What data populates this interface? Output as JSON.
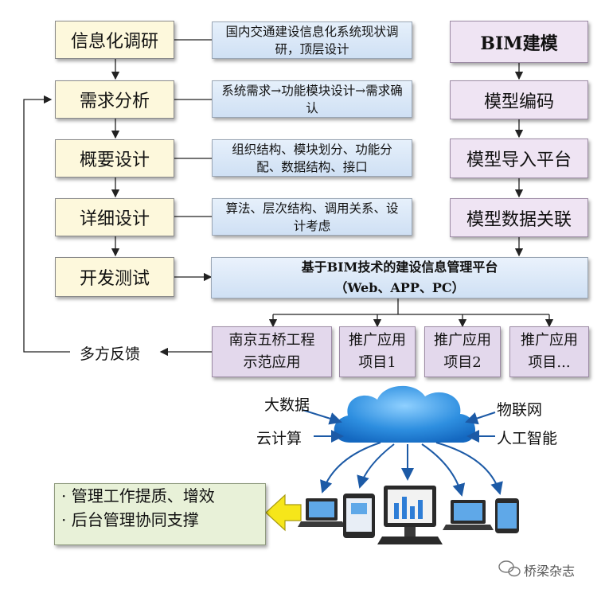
{
  "left_chain": [
    "信息化调研",
    "需求分析",
    "概要设计",
    "详细设计",
    "开发测试"
  ],
  "details": [
    "国内交通建设信息化系统现状调研，顶层设计",
    "系统需求→功能模块设计→需求确认",
    "组织结构、模块划分、功能分配、数据结构、接口",
    "算法、层次结构、调用关系、设计考虑"
  ],
  "bim_chain": [
    "BIM建模",
    "模型编码",
    "模型导入平台",
    "模型数据关联"
  ],
  "platform": {
    "line1": "基于BIM技术的建设信息管理平台",
    "line2": "（Web、APP、PC）"
  },
  "applications": [
    {
      "line1": "南京五桥工程",
      "line2": "示范应用"
    },
    {
      "line1": "推广应用",
      "line2": "项目1"
    },
    {
      "line1": "推广应用",
      "line2": "项目2"
    },
    {
      "line1": "推广应用",
      "line2": "项目..."
    }
  ],
  "feedback": "多方反馈",
  "cloud_inputs": {
    "big_data": "大数据",
    "cloud_computing": "云计算",
    "iot": "物联网",
    "ai": "人工智能"
  },
  "benefits": [
    "· 管理工作提质、增效",
    "· 后台管理协同支撑"
  ],
  "watermark": "桥梁杂志"
}
